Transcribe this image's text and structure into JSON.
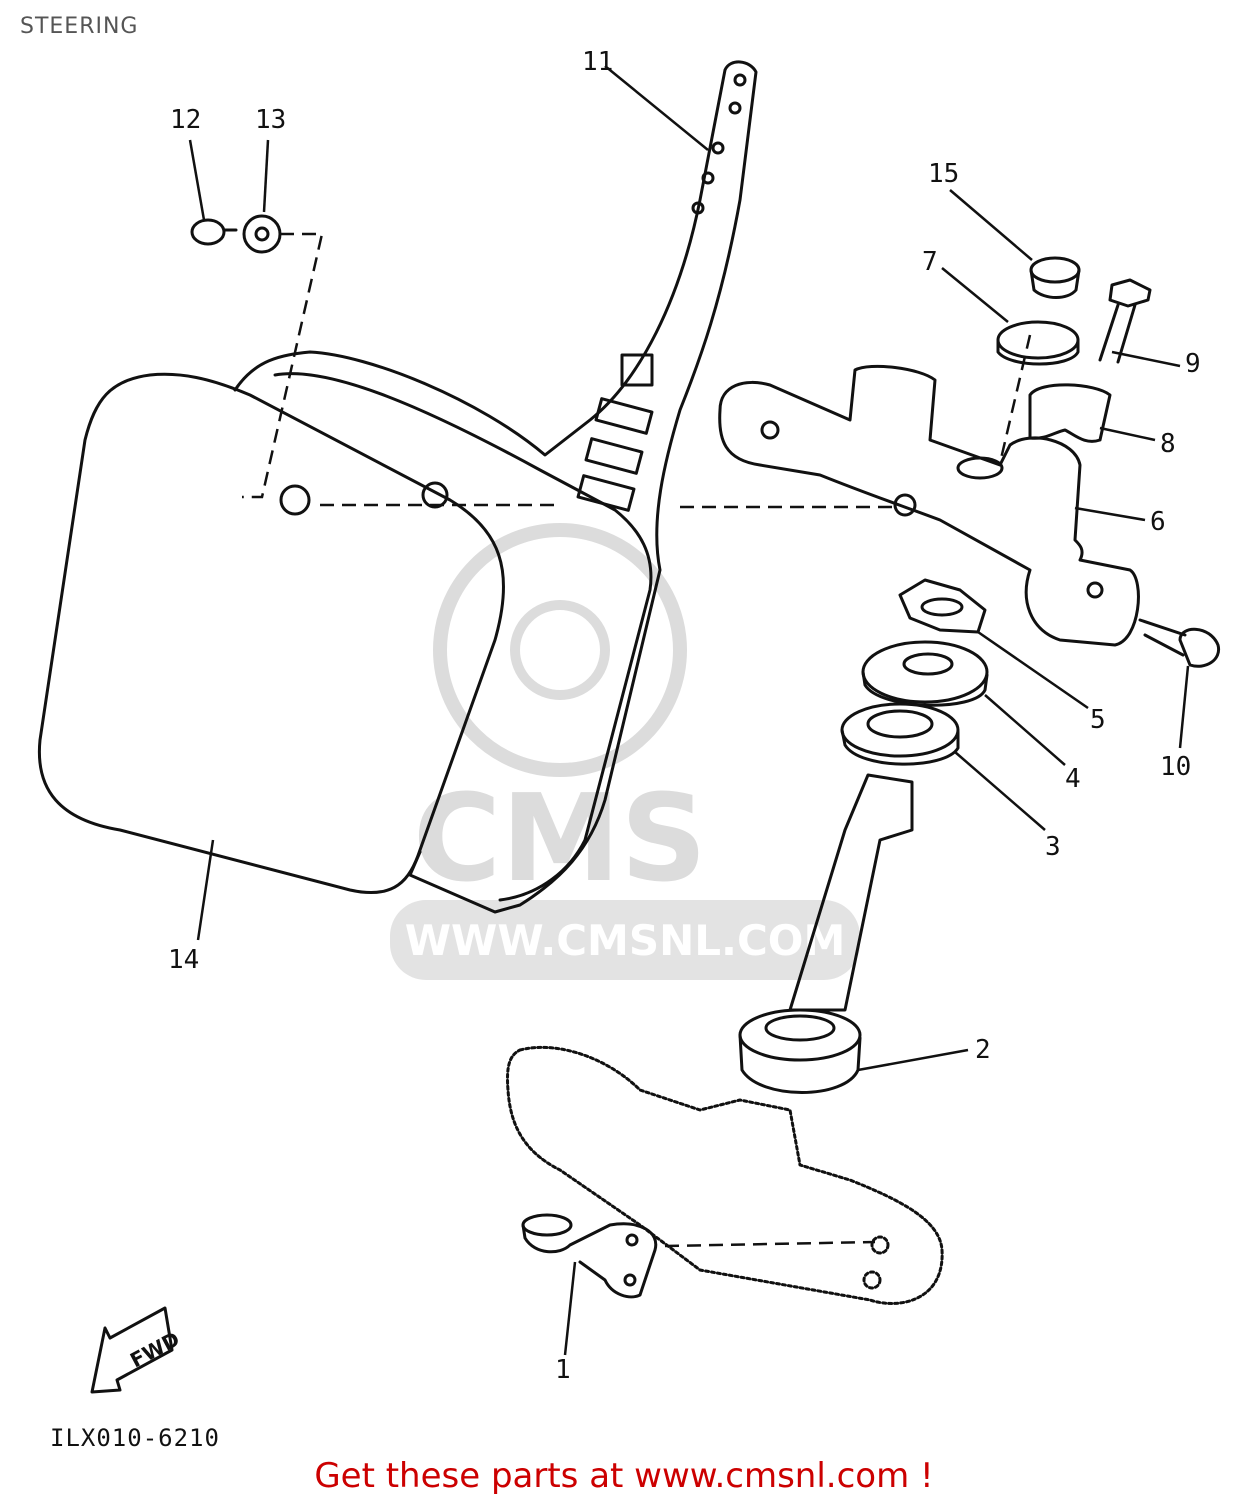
{
  "header": {
    "title": "STEERING"
  },
  "diagram": {
    "ref_code": "ILX010-6210",
    "direction_label": "FWD",
    "parts": [
      {
        "label": "1"
      },
      {
        "label": "2"
      },
      {
        "label": "3"
      },
      {
        "label": "4"
      },
      {
        "label": "5"
      },
      {
        "label": "6"
      },
      {
        "label": "7"
      },
      {
        "label": "8"
      },
      {
        "label": "9"
      },
      {
        "label": "10"
      },
      {
        "label": "11"
      },
      {
        "label": "12"
      },
      {
        "label": "13"
      },
      {
        "label": "14"
      },
      {
        "label": "15"
      }
    ]
  },
  "watermark": {
    "brand": "CMS",
    "url": "WWW.CMSNL.COM"
  },
  "footer": {
    "text": "Get these parts at www.cmsnl.com !"
  },
  "colors": {
    "line": "#111111",
    "footer": "#cc0000",
    "watermark": "#d9d9d9"
  }
}
